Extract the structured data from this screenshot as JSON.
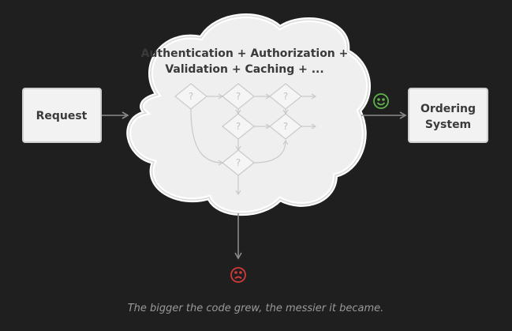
{
  "diagram": {
    "request_label": "Request",
    "cloud_title_line1": "Authentication + Authorization +",
    "cloud_title_line2": "Validation + Caching + ...",
    "ordering_label_line1": "Ordering",
    "ordering_label_line2": "System",
    "decision_mark": "?",
    "caption": "The bigger the code grew, the messier it became."
  },
  "icons": {
    "happy": "happy-face-icon",
    "sad": "sad-face-icon"
  },
  "colors": {
    "background": "#1f1f20",
    "box_fill": "#f2f2f2",
    "cloud_fill": "#efefef",
    "arrow": "#8a8a8a",
    "happy": "#5fb34a",
    "sad": "#d23a3a",
    "text": "#3a3a3a",
    "caption": "#9a9a9a"
  }
}
